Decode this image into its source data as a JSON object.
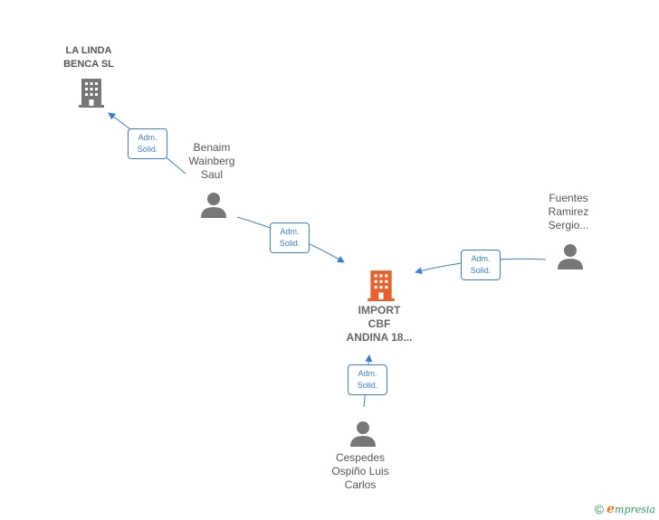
{
  "nodes": {
    "la_linda": {
      "label": "LA LINDA\nBENCA  SL",
      "icon": "building-icon",
      "color": "#777777"
    },
    "main_company": {
      "label": "IMPORT\nCBF\nANDINA 18...",
      "icon": "building-icon",
      "color": "#e8612c"
    },
    "benaim": {
      "label": "Benaim\nWainberg\nSaul",
      "icon": "person-icon"
    },
    "fuentes": {
      "label": "Fuentes\nRamirez\nSergio...",
      "icon": "person-icon"
    },
    "cespedes": {
      "label": "Cespedes\nOspiño Luis\nCarlos",
      "icon": "person-icon"
    }
  },
  "edges": [
    {
      "from": "benaim",
      "to": "la_linda",
      "line1": "Adm.",
      "line2": "Solid."
    },
    {
      "from": "benaim",
      "to": "main_company",
      "line1": "Adm.",
      "line2": "Solid."
    },
    {
      "from": "fuentes",
      "to": "main_company",
      "line1": "Adm.",
      "line2": "Solid."
    },
    {
      "from": "cespedes",
      "to": "main_company",
      "line1": "Adm.",
      "line2": "Solid."
    }
  ],
  "colors": {
    "edge": "#3a7fd5",
    "person": "#777777"
  },
  "footer": {
    "copyright": "©",
    "brand_initial": "e",
    "brand_rest": "mpresia"
  }
}
